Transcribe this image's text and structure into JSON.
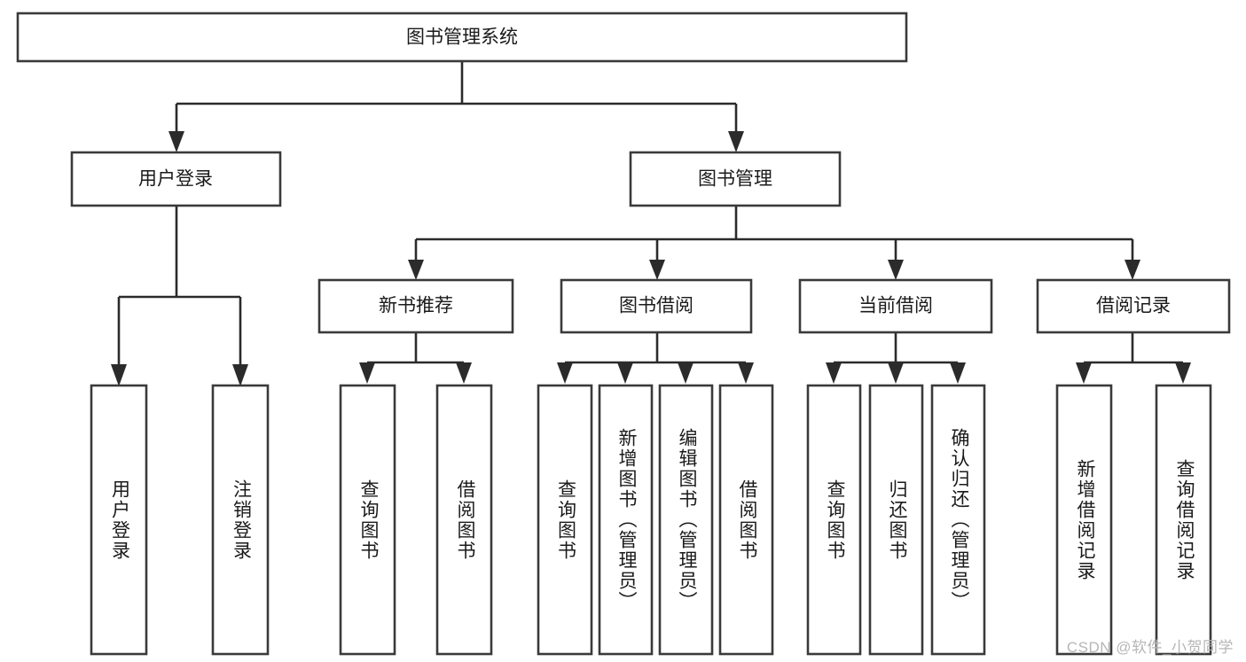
{
  "diagram": {
    "title": "图书管理系统",
    "type": "tree",
    "watermark": "CSDN @软件_小贺同学",
    "colors": {
      "box_stroke": "#3a3a3a",
      "box_fill": "#ffffff",
      "connector": "#2b2b2b",
      "text": "#1a1a1a",
      "watermark": "#b6b6b6"
    },
    "levels": {
      "root": {
        "label": "图书管理系统"
      },
      "level2": [
        {
          "label": "用户登录"
        },
        {
          "label": "图书管理"
        }
      ],
      "level3": [
        {
          "label": "新书推荐"
        },
        {
          "label": "图书借阅"
        },
        {
          "label": "当前借阅"
        },
        {
          "label": "借阅记录"
        }
      ],
      "leaves": {
        "user_login": [
          {
            "label": "用户登录"
          },
          {
            "label": "注销登录"
          }
        ],
        "new_book_recommend": [
          {
            "label": "查询图书"
          },
          {
            "label": "借阅图书"
          }
        ],
        "book_borrow": [
          {
            "label": "查询图书"
          },
          {
            "label": "新增图书（管理员）"
          },
          {
            "label": "编辑图书（管理员）"
          },
          {
            "label": "借阅图书"
          }
        ],
        "current_borrow": [
          {
            "label": "查询图书"
          },
          {
            "label": "归还图书"
          },
          {
            "label": "确认归还（管理员）"
          }
        ],
        "borrow_record": [
          {
            "label": "新增借阅记录"
          },
          {
            "label": "查询借阅记录"
          }
        ]
      }
    },
    "tree_structure": {
      "name": "图书管理系统",
      "children": [
        {
          "name": "用户登录",
          "children": [
            {
              "name": "用户登录"
            },
            {
              "name": "注销登录"
            }
          ]
        },
        {
          "name": "图书管理",
          "children": [
            {
              "name": "新书推荐",
              "children": [
                {
                  "name": "查询图书"
                },
                {
                  "name": "借阅图书"
                }
              ]
            },
            {
              "name": "图书借阅",
              "children": [
                {
                  "name": "查询图书"
                },
                {
                  "name": "新增图书（管理员）"
                },
                {
                  "name": "编辑图书（管理员）"
                },
                {
                  "name": "借阅图书"
                }
              ]
            },
            {
              "name": "当前借阅",
              "children": [
                {
                  "name": "查询图书"
                },
                {
                  "name": "归还图书"
                },
                {
                  "name": "确认归还（管理员）"
                }
              ]
            },
            {
              "name": "借阅记录",
              "children": [
                {
                  "name": "新增借阅记录"
                },
                {
                  "name": "查询借阅记录"
                }
              ]
            }
          ]
        }
      ]
    }
  }
}
